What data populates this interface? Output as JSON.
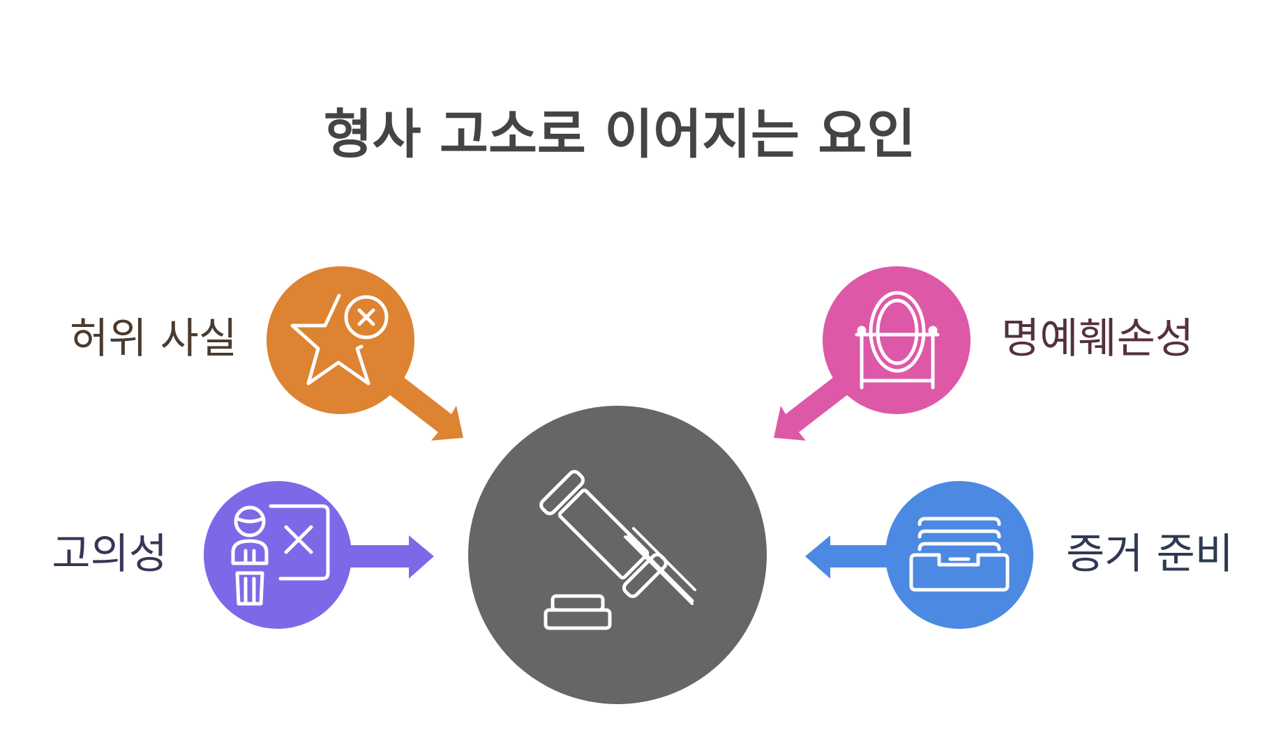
{
  "title": "형사 고소로 이어지는 요인",
  "center": {
    "icon": "gavel-icon",
    "color": "#666666"
  },
  "factors": [
    {
      "id": "false-facts",
      "label": "허위 사실",
      "icon": "star-x-icon",
      "color": "#DD8331"
    },
    {
      "id": "intent",
      "label": "고의성",
      "icon": "person-x-board-icon",
      "color": "#7F68E8"
    },
    {
      "id": "defamation",
      "label": "명예훼손성",
      "icon": "mirror-icon",
      "color": "#DE58A8"
    },
    {
      "id": "evidence",
      "label": "증거 준비",
      "icon": "filing-tray-icon",
      "color": "#4C89E3"
    }
  ]
}
